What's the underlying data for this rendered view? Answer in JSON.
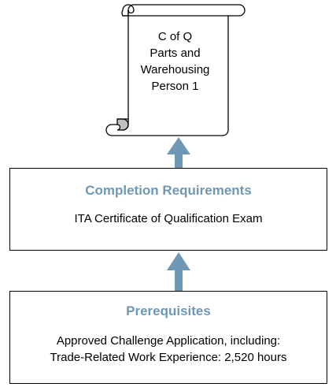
{
  "scroll": {
    "lines": [
      "C of Q",
      "Parts and",
      "Warehousing",
      "Person 1"
    ]
  },
  "completion": {
    "title": "Completion Requirements",
    "body": "ITA Certificate of Qualification Exam"
  },
  "prerequisites": {
    "title": "Prerequisites",
    "lines": [
      "Approved Challenge Application, including:",
      "Trade-Related Work Experience: 2,520 hours"
    ]
  },
  "colors": {
    "title_text": "#6e98b5",
    "arrow": "#6e98b5",
    "scroll_curl": "#bfbfbf",
    "border": "#000000"
  }
}
